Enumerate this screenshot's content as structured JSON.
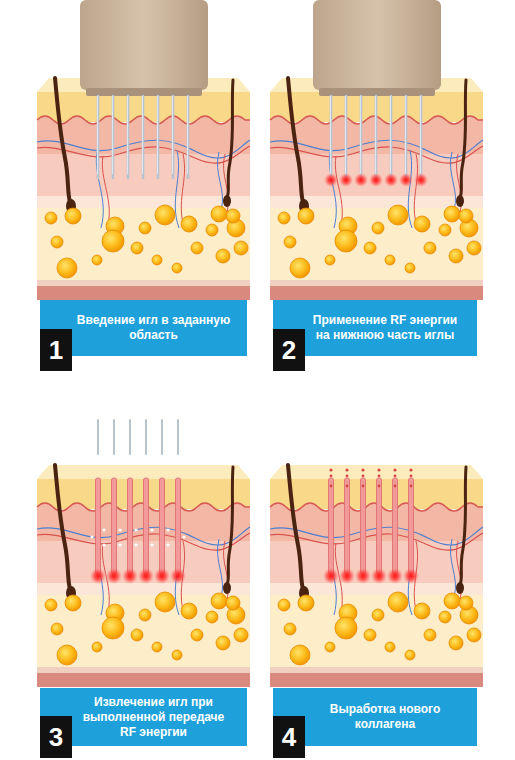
{
  "diagram": {
    "nodes": [
      {
        "text": [
          "Введение игл в заданную область"
        ]
      },
      {
        "text": [
          "1"
        ]
      },
      {
        "text": [
          "Применение RF энергии на нижнюю часть иглы"
        ]
      },
      {
        "text": [
          "2"
        ]
      },
      {
        "text": [
          "Извлечение игл при выполненной передаче RF энергии"
        ]
      },
      {
        "text": [
          "3"
        ]
      },
      {
        "text": [
          "Выработка нового коллагена"
        ]
      },
      {
        "text": [
          "4"
        ]
      }
    ]
  }
}
